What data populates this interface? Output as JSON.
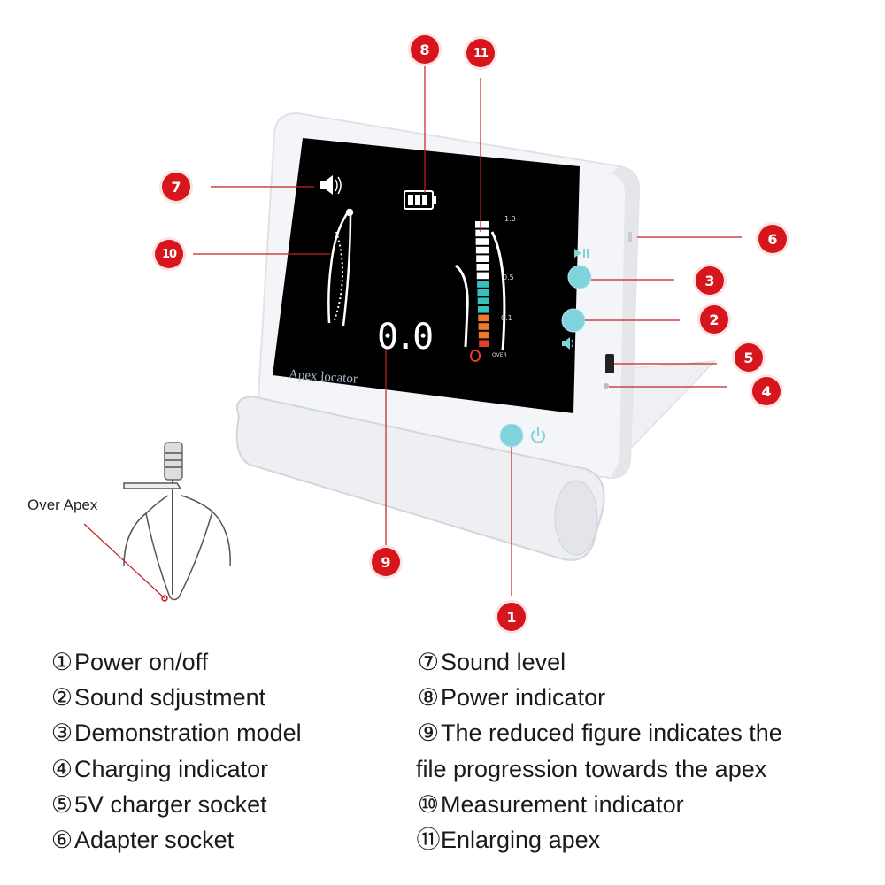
{
  "device": {
    "brand_label": "Apex locator",
    "screen_reading": "0.0",
    "scale_ticks": [
      "1.0",
      "0.5",
      "0.1",
      "OVER"
    ]
  },
  "callouts": [
    "1",
    "2",
    "3",
    "4",
    "5",
    "6",
    "7",
    "8",
    "9",
    "10",
    "11"
  ],
  "inset_label": "Over Apex",
  "legend_left": [
    {
      "num": "①",
      "text": "Power on/off"
    },
    {
      "num": "②",
      "text": "Sound sdjustment"
    },
    {
      "num": "③",
      "text": "Demonstration model"
    },
    {
      "num": "④",
      "text": "Charging indicator"
    },
    {
      "num": "⑤",
      "text": "5V charger socket"
    },
    {
      "num": "⑥",
      "text": "Adapter socket"
    }
  ],
  "legend_right": [
    {
      "num": "⑦",
      "text": "Sound level"
    },
    {
      "num": "⑧",
      "text": "Power indicator"
    },
    {
      "num": "⑨",
      "text": "The reduced figure indicates the"
    },
    {
      "num": "",
      "text": "file progression towards the apex"
    },
    {
      "num": "⑩",
      "text": "Measurement indicator"
    },
    {
      "num": "⑪",
      "text": "Enlarging apex"
    }
  ],
  "colors": {
    "callout": "#d7151c",
    "button": "#7fd3dc",
    "screen": "#000000",
    "bar_white": "#ffffff",
    "bar_cyan": "#35c2bf",
    "bar_orange": "#f07a2a",
    "bar_red": "#e0402a"
  }
}
